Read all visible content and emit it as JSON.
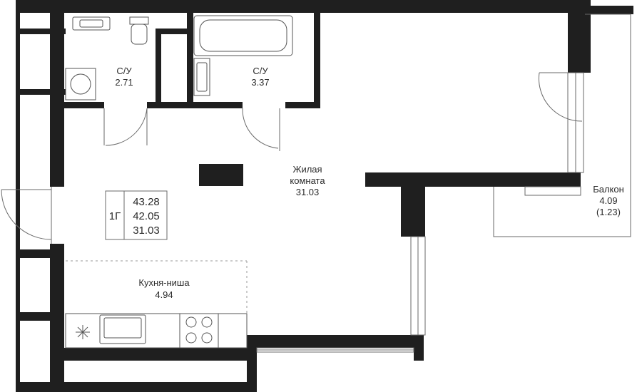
{
  "rooms": {
    "bath1": {
      "name": "С/У",
      "area": "2.71"
    },
    "bath2": {
      "name": "С/У",
      "area": "3.37"
    },
    "living": {
      "name": "Жилая комната",
      "area": "31.03"
    },
    "kitchen": {
      "name": "Кухня-ниша",
      "area": "4.94"
    },
    "balcony": {
      "name": "Балкон",
      "area": "4.09",
      "area_reduced": "(1.23)"
    }
  },
  "summary": {
    "type": "1Г",
    "total_area": "43.28",
    "living_total": "42.05",
    "living_area": "31.03"
  },
  "colors": {
    "wall": "#1f1f1f",
    "line": "#6a6a6a",
    "background": "#ffffff"
  }
}
